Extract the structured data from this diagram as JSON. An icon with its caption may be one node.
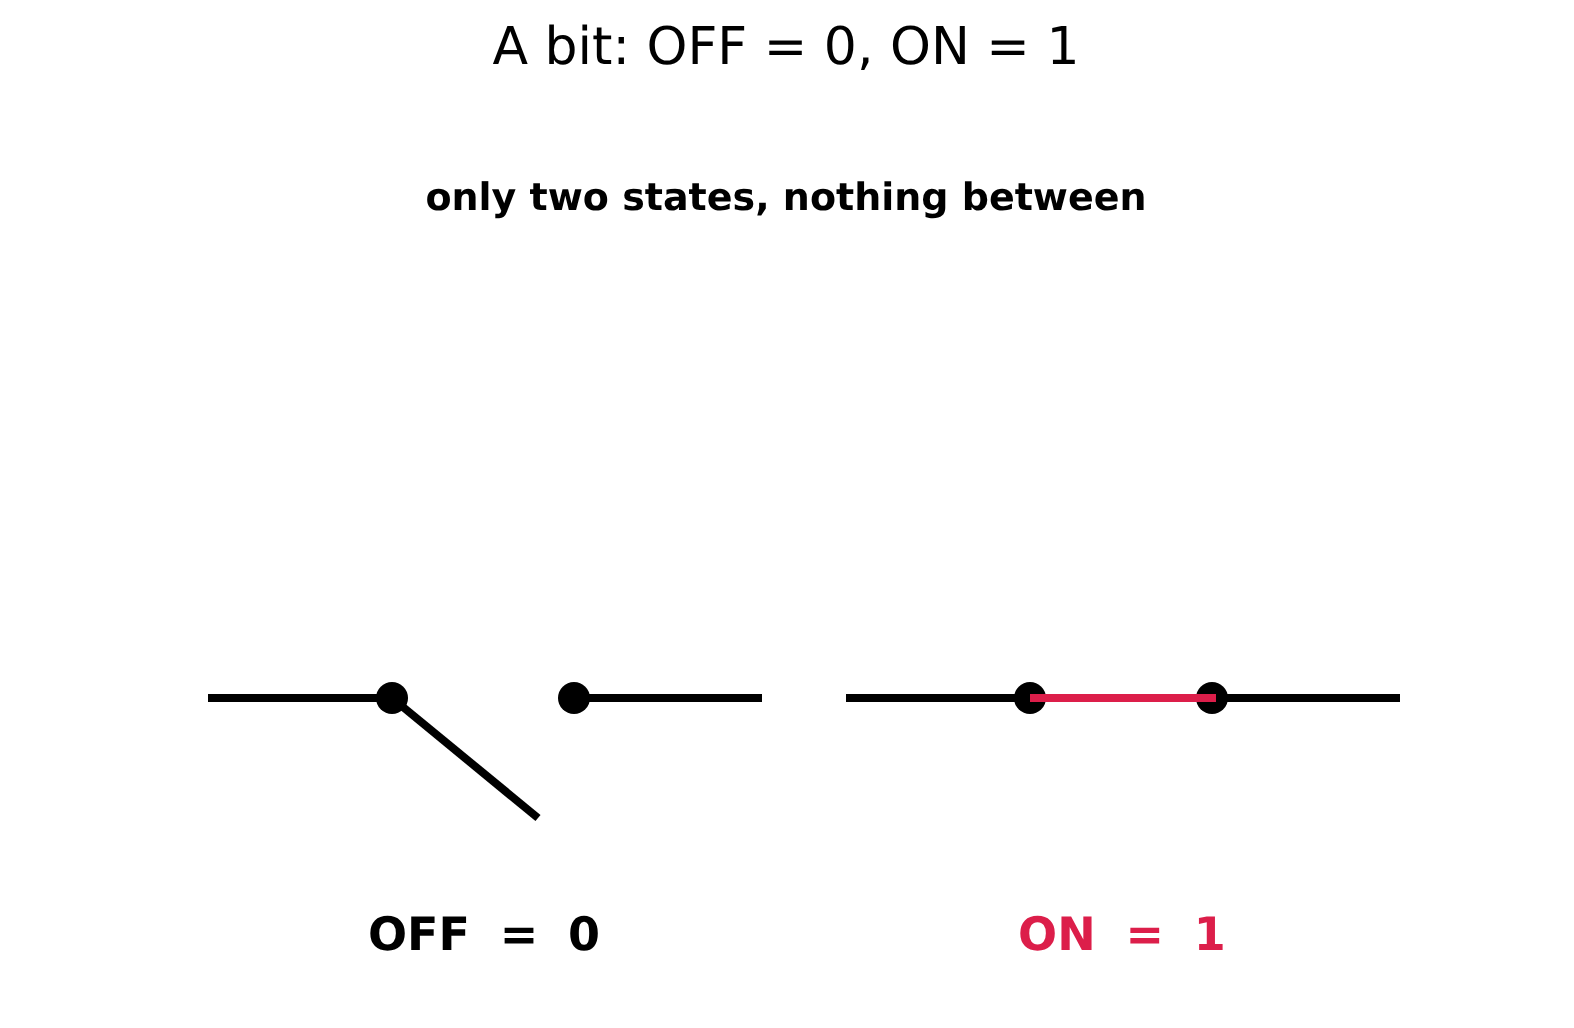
{
  "diagram": {
    "title": "A bit: OFF = 0, ON = 1",
    "labels": [
      "only two states, nothing between",
      "OFF = 0",
      "ON = 1"
    ]
  }
}
